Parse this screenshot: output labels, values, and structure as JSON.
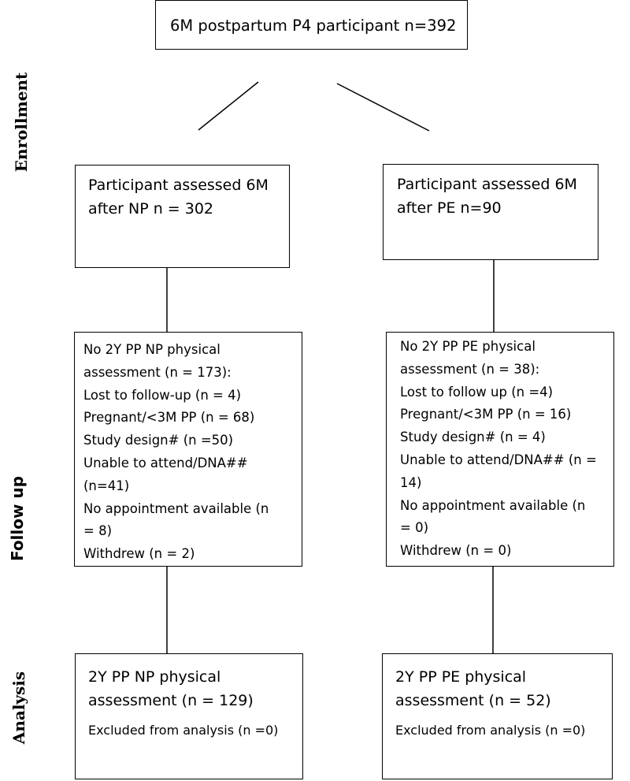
{
  "stage_labels": {
    "enrollment": "Enrollment",
    "follow_up": "Follow up",
    "analysis": "Analysis"
  },
  "top_box": {
    "text": "6M postpartum P4 participant n=392"
  },
  "left_column": {
    "assessed_box": {
      "line1": "Participant assessed 6M",
      "line2": "after NP n = 302"
    },
    "excluded_box": {
      "lines": [
        "No 2Y PP NP physical",
        "assessment (n = 173):",
        "Lost to follow-up (n = 4)",
        "Pregnant/<3M PP (n = 68)",
        "Study design# (n =50)",
        "Unable to attend/DNA##",
        "(n=41)",
        "No appointment available (n",
        "= 8)",
        "Withdrew (n = 2)"
      ]
    },
    "analysis_box": {
      "line1": "2Y PP NP physical",
      "line2": "assessment (n = 129)",
      "note": "Excluded from analysis (n =0)"
    }
  },
  "right_column": {
    "assessed_box": {
      "line1": "Participant assessed 6M",
      "line2": "after PE n=90"
    },
    "excluded_box": {
      "lines": [
        "No 2Y PP PE physical",
        "assessment (n = 38):",
        "Lost to follow up (n =4)",
        "Pregnant/<3M PP (n = 16)",
        "Study design# (n = 4)",
        "Unable to attend/DNA## (n =",
        "14)",
        "No appointment available (n",
        "= 0)",
        "Withdrew (n = 0)"
      ]
    },
    "analysis_box": {
      "line1": "2Y PP PE physical",
      "line2": "assessment (n = 52)",
      "note": "Excluded from analysis (n =0)"
    }
  },
  "colors": {
    "stroke": "#000000",
    "background": "#ffffff"
  }
}
